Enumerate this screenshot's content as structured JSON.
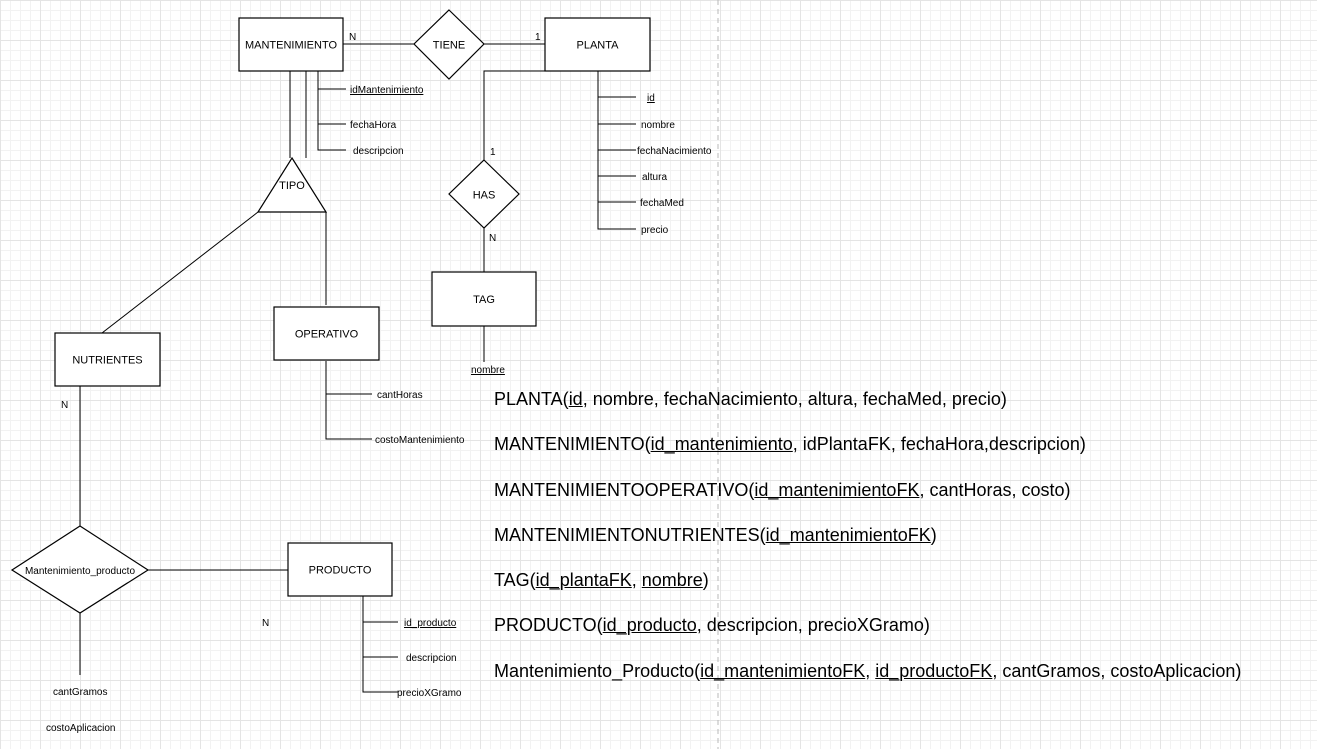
{
  "entities": {
    "mantenimiento": "MANTENIMIENTO",
    "planta": "PLANTA",
    "tag": "TAG",
    "nutrientes": "NUTRIENTES",
    "operativo": "OPERATIVO",
    "producto": "PRODUCTO"
  },
  "relationships": {
    "tiene": "TIENE",
    "has": "HAS",
    "tipo": "TIPO",
    "mantenimiento_producto": "Mantenimiento_producto"
  },
  "cardinalities": {
    "tiene_mantenimiento": "N",
    "tiene_planta": "1",
    "has_planta": "1",
    "has_tag": "N",
    "nutrientes_mp": "N",
    "producto_mp": "N"
  },
  "attributes": {
    "mantenimiento": [
      "idMantenimiento",
      "fechaHora",
      "descripcion"
    ],
    "planta": [
      "id",
      "nombre",
      "fechaNacimiento",
      "altura",
      "fechaMed",
      "precio"
    ],
    "tag": [
      "nombre"
    ],
    "operativo": [
      "cantHoras",
      "costoMantenimiento"
    ],
    "producto": [
      "id_producto",
      "descripcion",
      "precioXGramo"
    ],
    "mantenimiento_producto": [
      "cantGramos",
      "costoAplicacion"
    ]
  },
  "schema": [
    [
      {
        "text": "PLANTA("
      },
      {
        "text": "id",
        "u": true
      },
      {
        "text": ", nombre, fechaNacimiento, altura, fechaMed, precio)"
      }
    ],
    [
      {
        "text": "MANTENIMIENTO("
      },
      {
        "text": "id_mantenimiento",
        "u": true
      },
      {
        "text": ", idPlantaFK, fechaHora,descripcion)"
      }
    ],
    [
      {
        "text": "MANTENIMIENTOOPERATIVO("
      },
      {
        "text": "id_mantenimientoFK",
        "u": true
      },
      {
        "text": ", cantHoras, costo)"
      }
    ],
    [
      {
        "text": "MANTENIMIENTONUTRIENTES("
      },
      {
        "text": "id_mantenimientoFK",
        "u": true
      },
      {
        "text": ")"
      }
    ],
    [
      {
        "text": "TAG("
      },
      {
        "text": "id_plantaFK",
        "u": true
      },
      {
        "text": ", "
      },
      {
        "text": "nombre",
        "u": true
      },
      {
        "text": ")"
      }
    ],
    [
      {
        "text": "PRODUCTO("
      },
      {
        "text": "id_producto",
        "u": true
      },
      {
        "text": ", descripcion, precioXGramo)"
      }
    ],
    [
      {
        "text": "Mantenimiento_Producto("
      },
      {
        "text": "id_mantenimientoFK",
        "u": true
      },
      {
        "text": ", "
      },
      {
        "text": "id_productoFK",
        "u": true
      },
      {
        "text": ", cantGramos, costoAplicacion)"
      }
    ]
  ]
}
